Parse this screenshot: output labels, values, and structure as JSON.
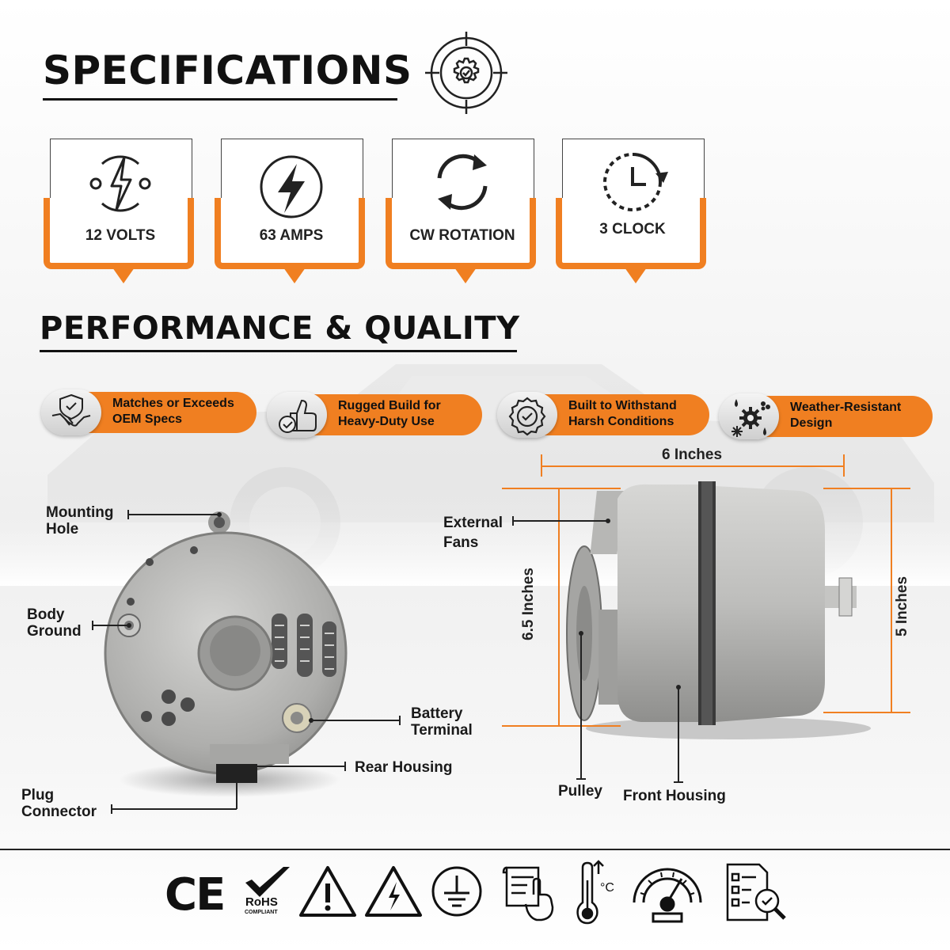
{
  "headings": {
    "specifications": "SPECIFICATIONS",
    "performance": "PERFORMANCE & QUALITY"
  },
  "specs": [
    {
      "label": "12 VOLTS",
      "icon": "voltage-bolt-icon"
    },
    {
      "label": "63 AMPS",
      "icon": "lightning-circle-icon"
    },
    {
      "label": "CW ROTATION",
      "icon": "rotation-arrows-icon"
    },
    {
      "label": "3 CLOCK",
      "icon": "clock-icon"
    }
  ],
  "features": [
    {
      "line1": "Matches or Exceeds",
      "line2": "OEM Specs",
      "icon": "handshake-shield-icon"
    },
    {
      "line1": "Rugged Build for",
      "line2": "Heavy-Duty Use",
      "icon": "thumbs-up-check-icon"
    },
    {
      "line1": "Built to Withstand",
      "line2": "Harsh Conditions",
      "icon": "badge-check-icon"
    },
    {
      "line1": "Weather-Resistant",
      "line2": "Design",
      "icon": "weather-gear-icon"
    }
  ],
  "callouts": {
    "mounting_hole_1": "Mounting",
    "mounting_hole_2": "Hole",
    "body_ground_1": "Body",
    "body_ground_2": "Ground",
    "battery_terminal_1": "Battery",
    "battery_terminal_2": "Terminal",
    "rear_housing": "Rear Housing",
    "plug_connector_1": "Plug",
    "plug_connector_2": "Connector",
    "external_fans_1": "External",
    "external_fans_2": "Fans",
    "pulley": "Pulley",
    "front_housing": "Front Housing"
  },
  "dimensions": {
    "width": "6 Inches",
    "height_left": "6.5 Inches",
    "height_right": "5 Inches"
  },
  "certifications": {
    "ce": "CE",
    "rohs": "RoHS",
    "rohs_sub": "COMPLIANT"
  },
  "colors": {
    "accent": "#f07f21",
    "text": "#111111"
  }
}
